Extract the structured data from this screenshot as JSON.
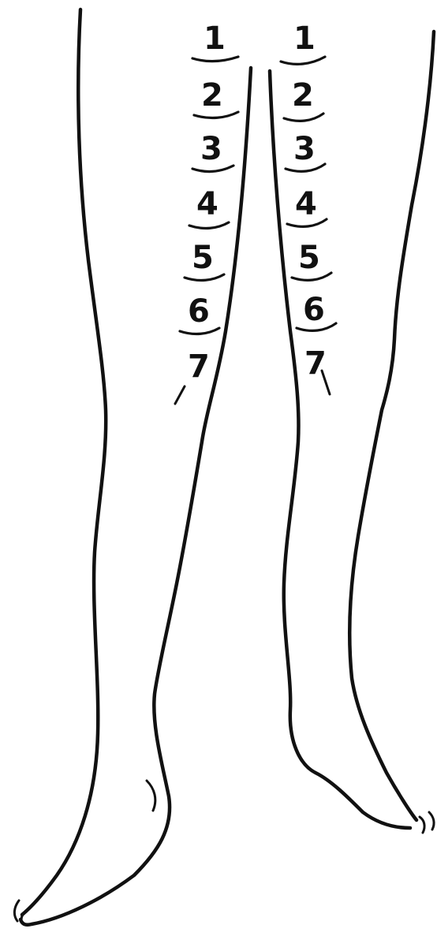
{
  "left_leg": {
    "segments": [
      "1",
      "2",
      "3",
      "4",
      "5",
      "6",
      "7"
    ]
  },
  "right_leg": {
    "segments": [
      "1",
      "2",
      "3",
      "4",
      "5",
      "6",
      "7"
    ]
  }
}
